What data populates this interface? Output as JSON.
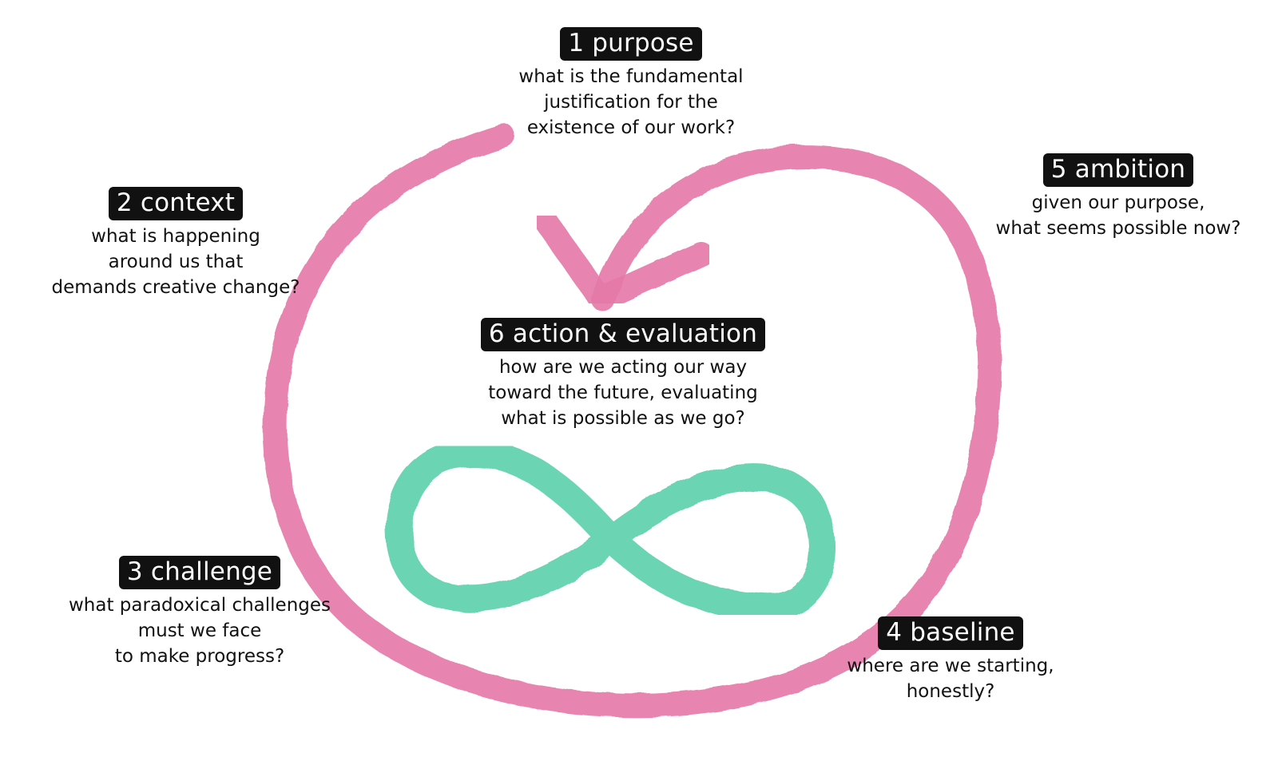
{
  "colors": {
    "cycle_stroke": "#e57aa9",
    "infinity_stroke": "#5fd1ad",
    "label_background": "#111111",
    "label_text": "#ffffff",
    "question_text": "#111111"
  },
  "steps": [
    {
      "label": "1 purpose",
      "question_lines": [
        "what is the fundamental",
        "justification for the",
        "existence of our work?"
      ]
    },
    {
      "label": "2 context",
      "question_lines": [
        "what is happening",
        "around us that",
        "demands creative change?"
      ]
    },
    {
      "label": "3 challenge",
      "question_lines": [
        "what paradoxical challenges",
        "must we face",
        "to make progress?"
      ]
    },
    {
      "label": "4 baseline",
      "question_lines": [
        "where are we starting,",
        "honestly?"
      ]
    },
    {
      "label": "5 ambition",
      "question_lines": [
        "given our purpose,",
        "what seems possible now?"
      ]
    },
    {
      "label": "6 action & evaluation",
      "question_lines": [
        "how are we acting our way",
        "toward the future, evaluating",
        "what is possible as we go?"
      ]
    }
  ]
}
